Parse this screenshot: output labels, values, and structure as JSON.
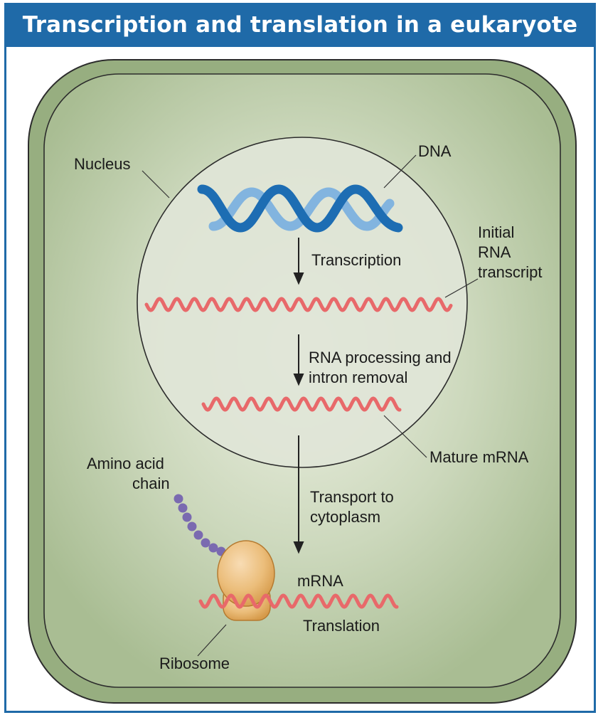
{
  "title": "Transcription and translation in a eukaryote",
  "labels": {
    "nucleus": "Nucleus",
    "dna": "DNA",
    "transcription": "Transcription",
    "initial_rna_1": "Initial",
    "initial_rna_2": "RNA",
    "initial_rna_3": "transcript",
    "processing_1": "RNA processing and",
    "processing_2": "intron removal",
    "mature_mrna": "Mature mRNA",
    "transport_1": "Transport to",
    "transport_2": "cytoplasm",
    "amino_1": "Amino acid",
    "amino_2": "chain",
    "mrna": "mRNA",
    "translation": "Translation",
    "ribosome": "Ribosome"
  },
  "colors": {
    "frame": "#1f6aa8",
    "cell_outer": "#8fa878",
    "cell_inner": "#c9d6b8",
    "nucleus_fill": "#dfe5d6",
    "dna_dark": "#1e6fb4",
    "dna_light": "#7fb1dd",
    "rna": "#e86a6a",
    "amino": "#7b6bb0",
    "ribosome": "#e8b870"
  }
}
